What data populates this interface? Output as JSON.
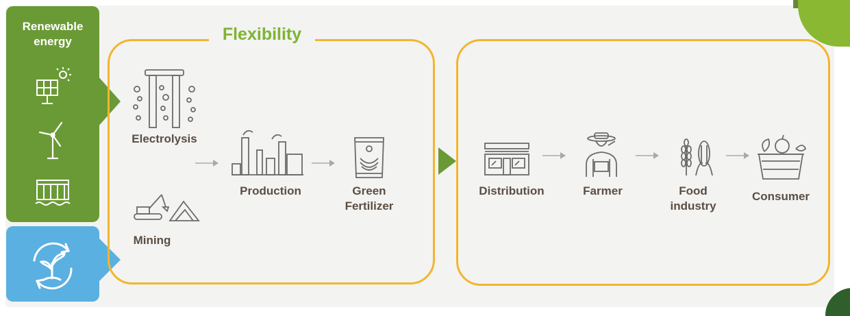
{
  "sources": {
    "renewable_title": "Renewable\nenergy",
    "renewable_icons": [
      "solar-panel-icon",
      "wind-turbine-icon",
      "hydro-dam-icon"
    ],
    "circular_icon": "circular-plant-icon"
  },
  "flexibility": {
    "title": "Flexibility",
    "electrolysis": "Electrolysis",
    "mining": "Mining",
    "production": "Production",
    "fertilizer": "Green\nFertilizer"
  },
  "chain": {
    "distribution": "Distribution",
    "farmer": "Farmer",
    "food_industry": "Food\nindustry",
    "consumer": "Consumer"
  },
  "colors": {
    "renewable_green": "#6a9a35",
    "flexibility_green": "#7fb335",
    "circular_blue": "#5ab0e0",
    "border_orange": "#f3b52e",
    "label_brown": "#5a4e44",
    "icon_gray": "#6b6b6b"
  }
}
